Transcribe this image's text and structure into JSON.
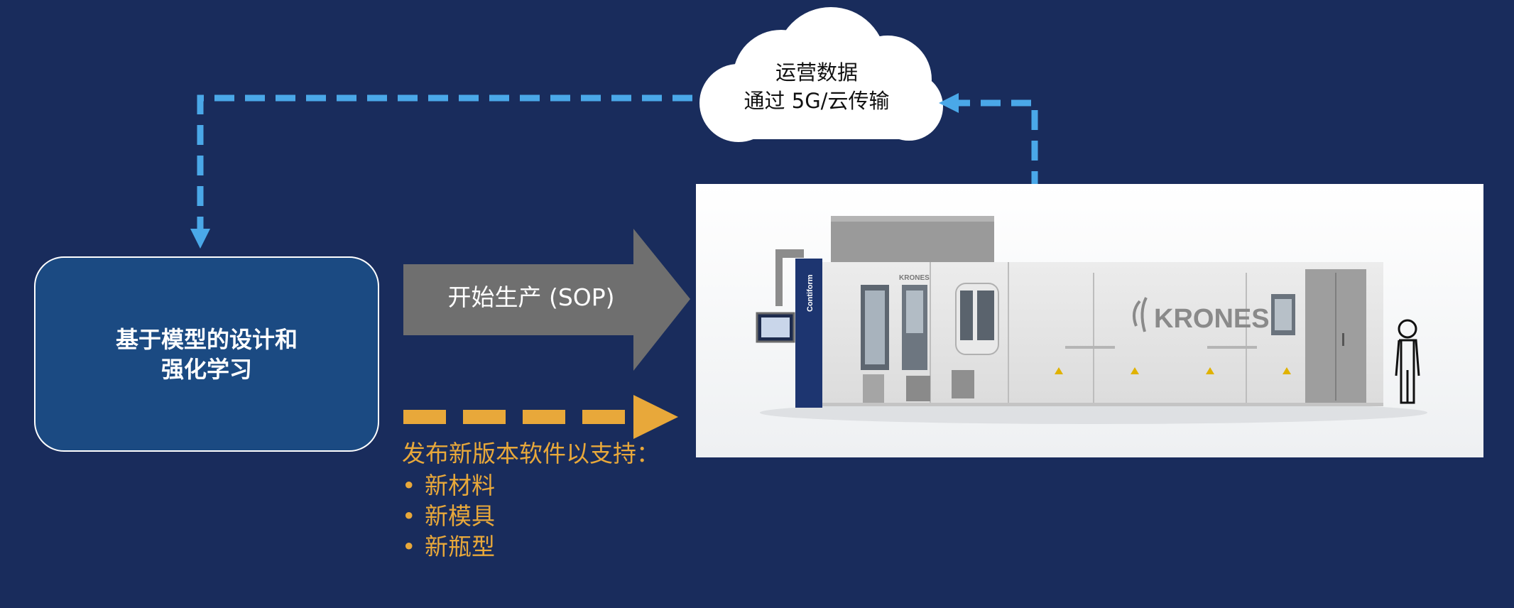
{
  "cloud": {
    "line1": "运营数据",
    "line2": "通过 5G/云传输"
  },
  "model_box": {
    "line1": "基于模型的设计和",
    "line2": "强化学习"
  },
  "sop_arrow": {
    "label": "开始生产 (SOP)"
  },
  "release": {
    "title": "发布新版本软件以支持：",
    "bullet_symbol": "•",
    "items": [
      "新材料",
      "新模具",
      "新瓶型"
    ]
  },
  "machine_photo": {
    "brand": "KRONES",
    "panel_text": "Contiform"
  },
  "colors": {
    "background": "#192c5c",
    "dashed_feedback": "#4aa8e8",
    "box_fill": "#1b4a82",
    "sop_arrow": "#6f6f6f",
    "release_accent": "#e8a83a"
  }
}
